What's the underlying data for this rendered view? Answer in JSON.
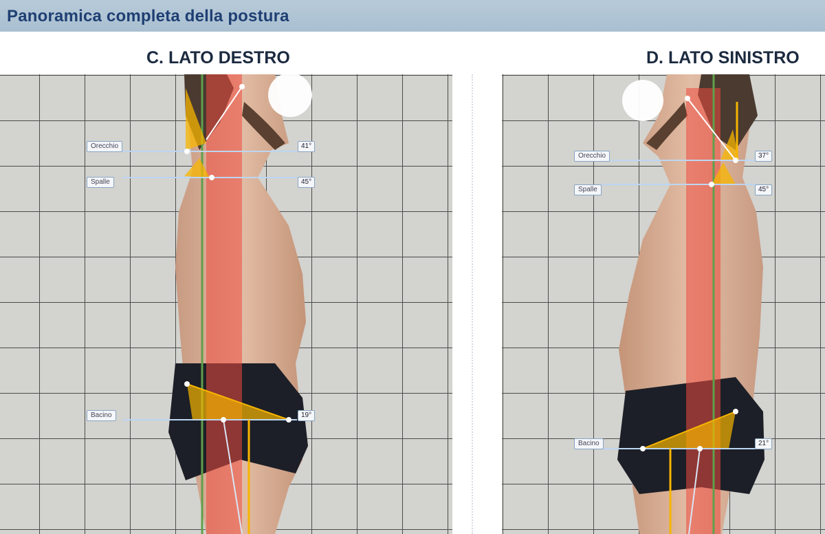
{
  "header": {
    "title": "Panoramica completa della postura"
  },
  "panels": {
    "right_side": {
      "title": "C. LATO DESTRO",
      "measurements": [
        {
          "label": "Orecchio",
          "angle": "41°"
        },
        {
          "label": "Spalle",
          "angle": "45°"
        },
        {
          "label": "Bacino",
          "angle": "19°"
        }
      ]
    },
    "left_side": {
      "title": "D. LATO SINISTRO",
      "measurements": [
        {
          "label": "Orecchio",
          "angle": "37°"
        },
        {
          "label": "Spalle",
          "angle": "45°"
        },
        {
          "label": "Bacino",
          "angle": "21°"
        }
      ]
    }
  },
  "colors": {
    "header_text": "#1f3f73",
    "plumb_line": "#5fa04a",
    "posture_line": "#ef4b3f",
    "angle_fill": "#f7b500",
    "measure_line": "#bcd6f2"
  }
}
